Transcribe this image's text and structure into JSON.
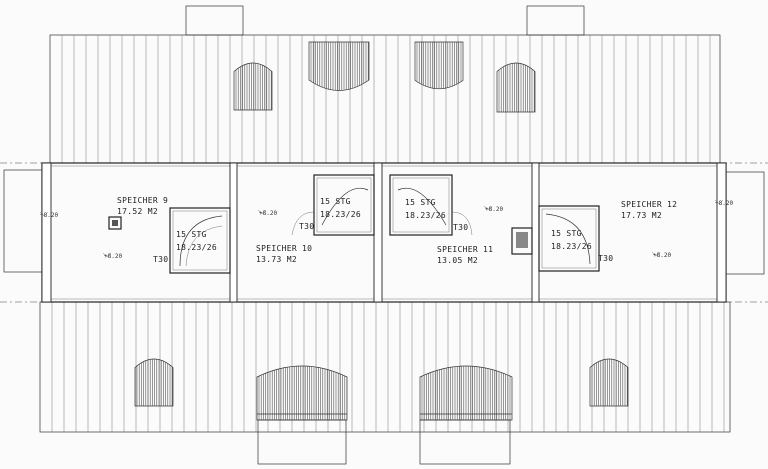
{
  "rooms": [
    {
      "name": "SPEICHER 9",
      "area": "17.52 M2"
    },
    {
      "name": "SPEICHER 10",
      "area": "13.73 M2"
    },
    {
      "name": "SPEICHER 11",
      "area": "13.05 M2"
    },
    {
      "name": "SPEICHER 12",
      "area": "17.73 M2"
    }
  ],
  "stairs": [
    {
      "steps": "15 STG",
      "ratio": "18.23/26",
      "door": "T30"
    },
    {
      "steps": "15 STG",
      "ratio": "18.23/26",
      "door": "T30"
    },
    {
      "steps": "15 STG",
      "ratio": "18.23/26",
      "door": "T30"
    },
    {
      "steps": "15 STG",
      "ratio": "18.23/26",
      "door": "T30"
    }
  ],
  "levels": [
    "+8.20",
    "+8.20",
    "+8.20",
    "+8.20",
    "+8.20",
    "+8.20"
  ]
}
